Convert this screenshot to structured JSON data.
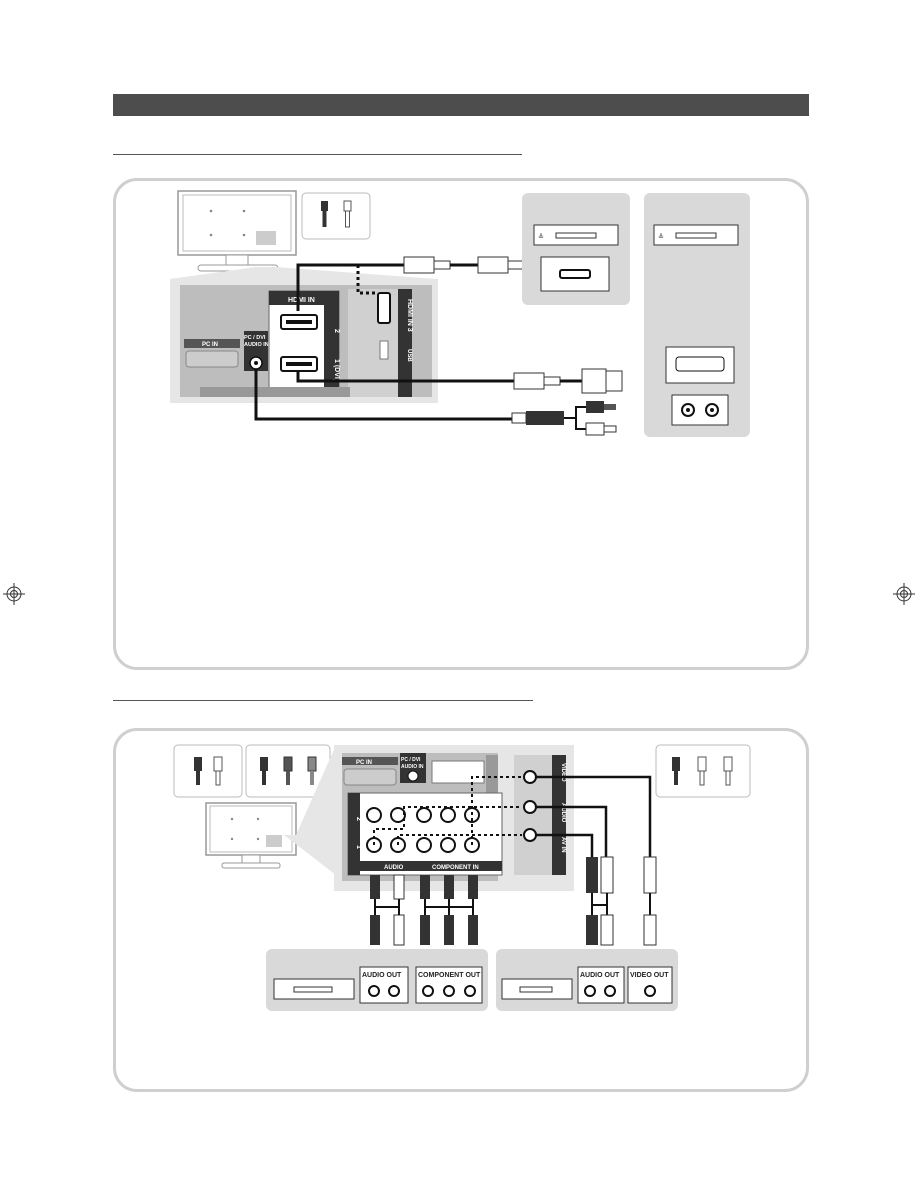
{
  "section_header": {
    "color": "#4d4d4d"
  },
  "diagram1": {
    "port_labels": {
      "hdmi_in": "HDMI IN",
      "hdmi_in_3": "HDMI IN 3",
      "port_2": "2",
      "port_1_dvi": "1 (DVI)",
      "pc_dvi_audio_in": [
        "PC / DVI",
        "AUDIO IN"
      ],
      "pc_in": "PC IN",
      "usb": "USB"
    }
  },
  "diagram2": {
    "port_labels": {
      "pc_in": "PC IN",
      "pc_dvi_audio_in": [
        "PC / DVI",
        "AUDIO IN"
      ],
      "av_in": "AV IN",
      "video": "VIDEO",
      "audio": "AUDIO",
      "component_in": "COMPONENT IN",
      "port_2": "2",
      "port_1": "1"
    },
    "device_labels": {
      "audio_out_1": "AUDIO OUT",
      "component_out": "COMPONENT OUT",
      "audio_out_2": "AUDIO OUT",
      "video_out": "VIDEO OUT"
    }
  }
}
